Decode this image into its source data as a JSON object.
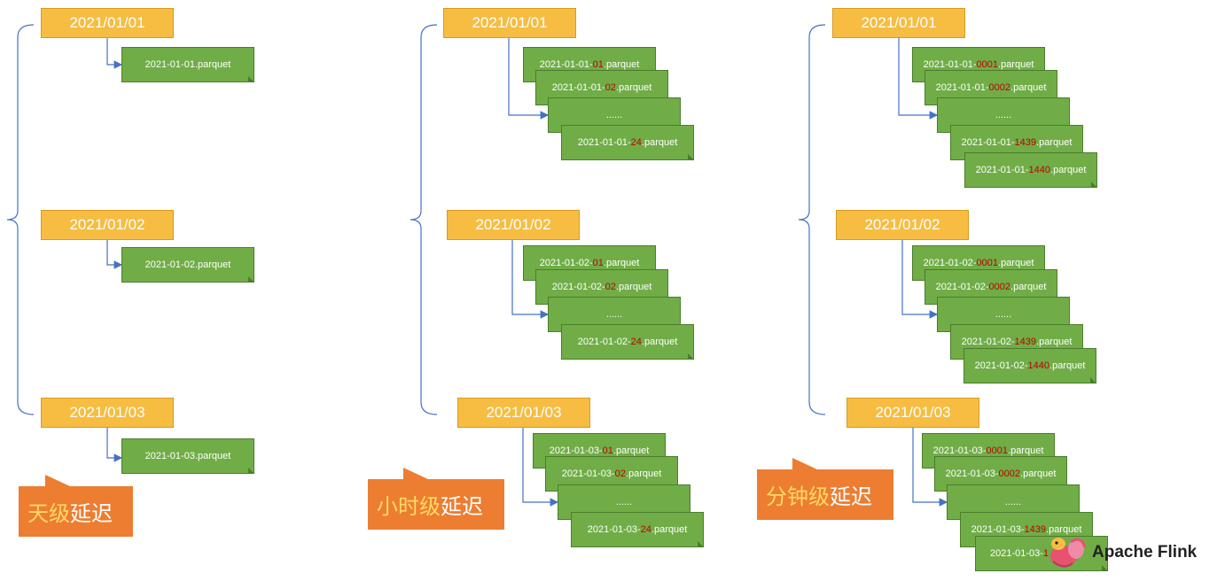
{
  "columns": [
    {
      "groups": [
        {
          "date": "2021/01/01",
          "files": [
            {
              "pre": "2021-01-01.parquet",
              "hl": "",
              "post": ""
            }
          ]
        },
        {
          "date": "2021/01/02",
          "files": [
            {
              "pre": "2021-01-02.parquet",
              "hl": "",
              "post": ""
            }
          ]
        },
        {
          "date": "2021/01/03",
          "files": [
            {
              "pre": "2021-01-03.parquet",
              "hl": "",
              "post": ""
            }
          ]
        }
      ],
      "callout": {
        "part1": "天级",
        "part2": "延迟"
      }
    },
    {
      "groups": [
        {
          "date": "2021/01/01",
          "files": [
            {
              "pre": "2021-01-01-",
              "hl": "01",
              "post": ".parquet"
            },
            {
              "pre": "2021-01-01-",
              "hl": "02",
              "post": ".parquet"
            },
            {
              "pre": "......",
              "hl": "",
              "post": ""
            },
            {
              "pre": "2021-01-01-",
              "hl": "24",
              "post": ".parquet"
            }
          ]
        },
        {
          "date": "2021/01/02",
          "files": [
            {
              "pre": "2021-01-02-",
              "hl": "01",
              "post": ".parquet"
            },
            {
              "pre": "2021-01-02-",
              "hl": "02",
              "post": ".parquet"
            },
            {
              "pre": "......",
              "hl": "",
              "post": ""
            },
            {
              "pre": "2021-01-02-",
              "hl": "24",
              "post": ".parquet"
            }
          ]
        },
        {
          "date": "2021/01/03",
          "files": [
            {
              "pre": "2021-01-03-",
              "hl": "01",
              "post": ".parquet"
            },
            {
              "pre": "2021-01-03-",
              "hl": "02",
              "post": ".parquet"
            },
            {
              "pre": "......",
              "hl": "",
              "post": ""
            },
            {
              "pre": "2021-01-03-",
              "hl": "24",
              "post": ".parquet"
            }
          ]
        }
      ],
      "callout": {
        "part1": "小时级",
        "part2": "延迟"
      }
    },
    {
      "groups": [
        {
          "date": "2021/01/01",
          "files": [
            {
              "pre": "2021-01-01-",
              "hl": "0001",
              "post": ".parquet"
            },
            {
              "pre": "2021-01-01-",
              "hl": "0002",
              "post": ".parquet"
            },
            {
              "pre": "......",
              "hl": "",
              "post": ""
            },
            {
              "pre": "2021-01-01-",
              "hl": "1439",
              "post": ".parquet"
            },
            {
              "pre": "2021-01-01-",
              "hl": "1440",
              "post": ".parquet"
            }
          ]
        },
        {
          "date": "2021/01/02",
          "files": [
            {
              "pre": "2021-01-02-",
              "hl": "0001",
              "post": ".parquet"
            },
            {
              "pre": "2021-01-02-",
              "hl": "0002",
              "post": ".parquet"
            },
            {
              "pre": "......",
              "hl": "",
              "post": ""
            },
            {
              "pre": "2021-01-02-",
              "hl": "1439",
              "post": ".parquet"
            },
            {
              "pre": "2021-01-02-",
              "hl": "1440",
              "post": ".parquet"
            }
          ]
        },
        {
          "date": "2021/01/03",
          "files": [
            {
              "pre": "2021-01-03-",
              "hl": "0001",
              "post": ".parquet"
            },
            {
              "pre": "2021-01-03-",
              "hl": "0002",
              "post": ".parquet"
            },
            {
              "pre": "......",
              "hl": "",
              "post": ""
            },
            {
              "pre": "2021-01-03-",
              "hl": "1439",
              "post": ".parquet"
            },
            {
              "pre": "2021-01-03-",
              "hl": "1",
              "post": ""
            }
          ]
        }
      ],
      "callout": {
        "part1": "分钟级",
        "part2": "延迟"
      }
    }
  ],
  "branding": {
    "text": "Apache Flink"
  },
  "colors": {
    "date_box": "#f6bd42",
    "file_box": "#70ad47",
    "callout": "#ed7d31",
    "highlight": "#c00000",
    "connector": "#4472c4"
  }
}
